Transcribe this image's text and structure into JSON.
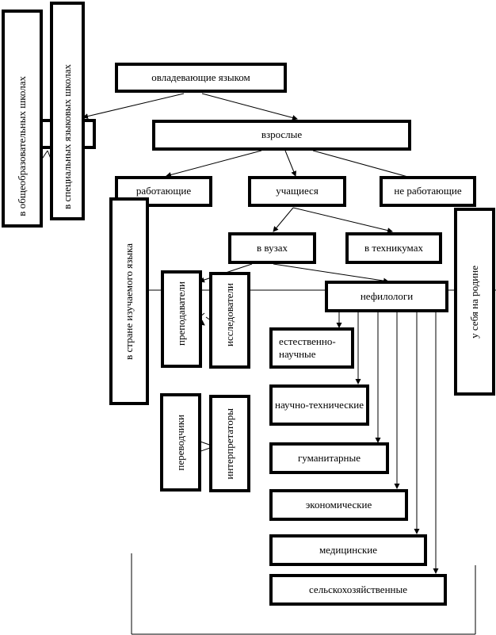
{
  "nodes": {
    "masters": "овладевающие языком",
    "adults": "взрослые",
    "working": "работающие",
    "studying": "учащиеся",
    "not_working": "не работающие",
    "universities": "в вузах",
    "colleges": "в техникумах",
    "non_philologists": "нефилологи",
    "general_schools": "в общеобразовательных школах",
    "special_schools": "в специальных языковых школах",
    "abroad": "в стране изучаемого языка",
    "homeland": "у себя на родине",
    "teachers": "преподаватели",
    "researchers": "исследователи",
    "translators": "переводчики",
    "interpreters": "интерпретаторы",
    "natural_sciences": "естественно-научные",
    "technical": "научно-технические",
    "humanities": "гуманитарные",
    "economic": "экономические",
    "medical": "медицинские",
    "agricultural": "сельскохозяйственные"
  }
}
